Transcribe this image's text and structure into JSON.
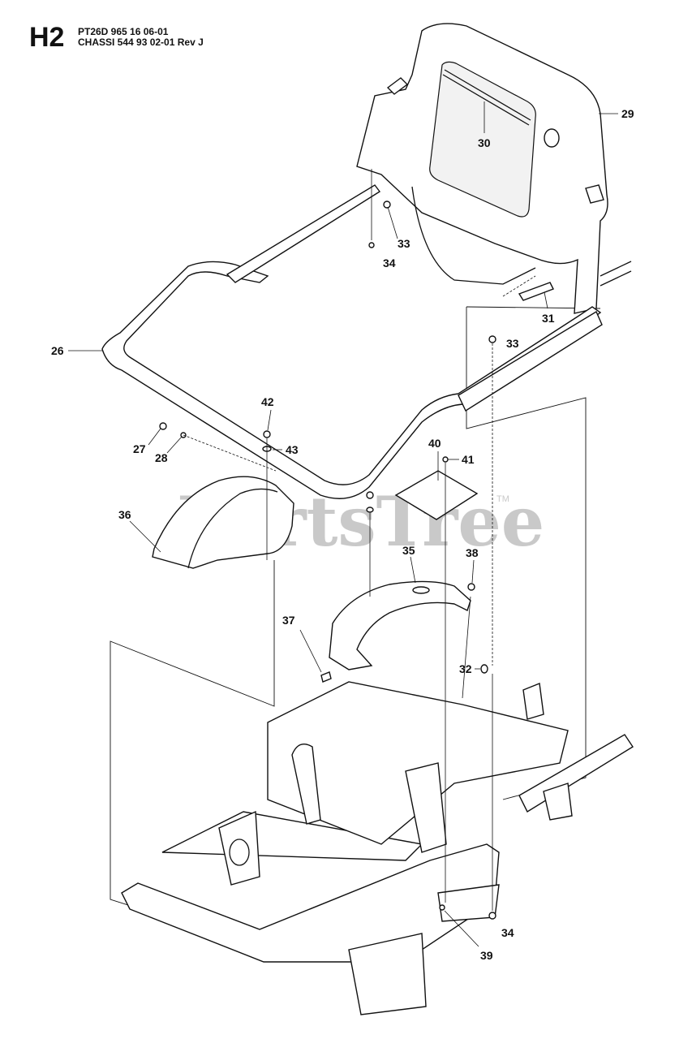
{
  "header": {
    "section_code": "H2",
    "model_line": "PT26D 965 16 06-01",
    "assembly_line": "CHASSI 544 93 02-01 Rev J"
  },
  "watermark": {
    "text": "PartsTree",
    "trademark": "TM",
    "color": "#c9c9c9"
  },
  "callouts": {
    "c29": "29",
    "c30": "30",
    "c33a": "33",
    "c34a": "34",
    "c31": "31",
    "c26": "26",
    "c33b": "33",
    "c42": "42",
    "c43": "43",
    "c27": "27",
    "c28": "28",
    "c40": "40",
    "c41": "41",
    "c36": "36",
    "c35": "35",
    "c38": "38",
    "c37": "37",
    "c32": "32",
    "c34b": "34",
    "c39": "39"
  }
}
